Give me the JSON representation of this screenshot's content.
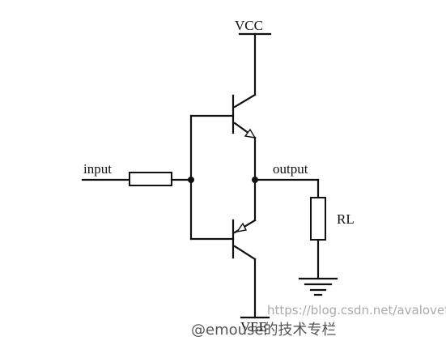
{
  "labels": {
    "vcc": "VCC",
    "vee": "VEE",
    "input": "input",
    "output": "output",
    "load": "RL"
  },
  "watermark": {
    "url": "https://blog.csdn.net/avalovef",
    "author": "@emouse的技术专栏"
  },
  "colors": {
    "line": "#111111",
    "watermark": "#aaaaaa"
  }
}
